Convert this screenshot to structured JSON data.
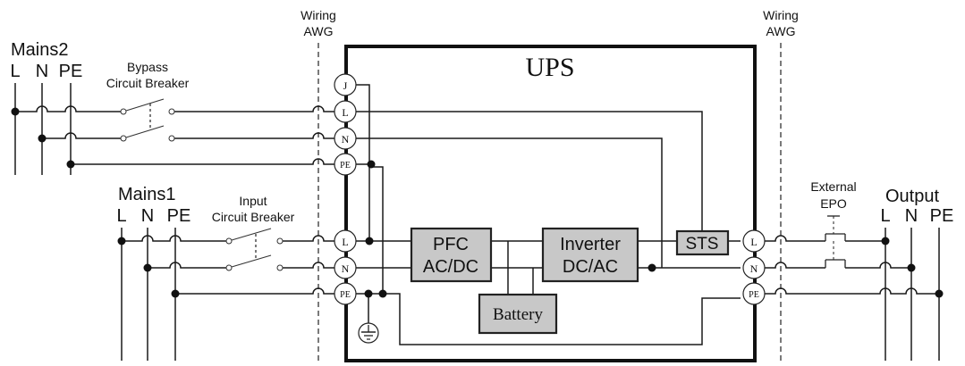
{
  "ups": {
    "title": "UPS",
    "blocks": {
      "pfc": [
        "PFC",
        "AC/DC"
      ],
      "inverter": [
        "Inverter",
        "DC/AC"
      ],
      "sts": "STS",
      "battery": "Battery"
    },
    "bypass_terminals": [
      "J",
      "L",
      "N",
      "PE"
    ],
    "input_terminals": [
      "L",
      "N",
      "PE"
    ],
    "output_terminals": [
      "L",
      "N",
      "PE"
    ]
  },
  "wiring_labels": {
    "left": [
      "Wiring",
      "AWG"
    ],
    "right": [
      "Wiring",
      "AWG"
    ]
  },
  "sources": {
    "mains2": {
      "title": "Mains2",
      "phases": [
        "L",
        "N",
        "PE"
      ]
    },
    "mains1": {
      "title": "Mains1",
      "phases": [
        "L",
        "N",
        "PE"
      ]
    },
    "output": {
      "title": "Output",
      "phases": [
        "L",
        "N",
        "PE"
      ]
    }
  },
  "breakers": {
    "bypass": [
      "Bypass",
      "Circuit Breaker"
    ],
    "input": [
      "Input",
      "Circuit Breaker"
    ],
    "epo": [
      "External",
      "EPO"
    ]
  }
}
